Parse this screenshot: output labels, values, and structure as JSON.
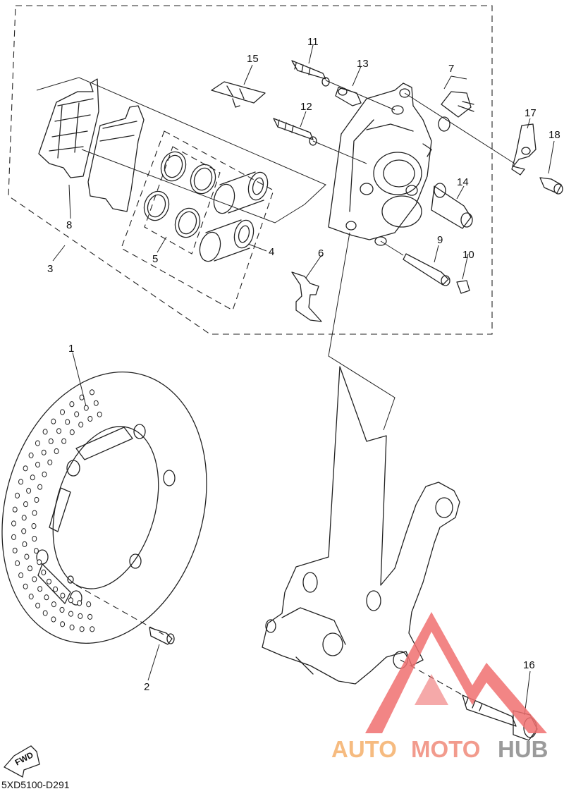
{
  "diagram_code": "5XD5100-D291",
  "fwd_label": "FWD",
  "watermark": {
    "word_part1": "AUTO",
    "word_part2": "MOTO",
    "word_part3": "HUB",
    "colors": {
      "auto": "#f5b06a",
      "moto": "#f08a7a",
      "hub": "#8a8a8a",
      "triangle": "#f07070"
    }
  },
  "callouts": {
    "p1": "1",
    "p2": "2",
    "p3": "3",
    "p4": "4",
    "p5": "5",
    "p6": "6",
    "p7": "7",
    "p8": "8",
    "p9": "9",
    "p10": "10",
    "p11": "11",
    "p12": "12",
    "p13": "13",
    "p14": "14",
    "p15": "15",
    "p16": "16",
    "p17": "17",
    "p18": "18"
  }
}
